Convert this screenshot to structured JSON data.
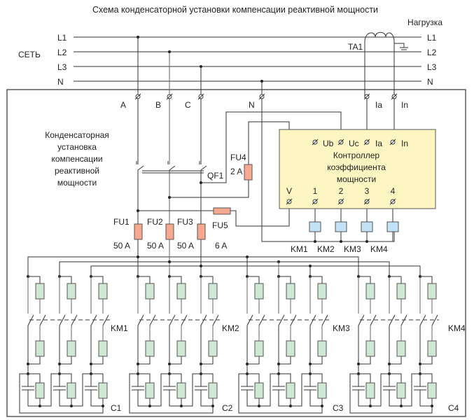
{
  "title": "Схема конденсаторной установки компенсации реактивной мощности",
  "load_label": "Нагрузка",
  "network_label": "СЕТЬ",
  "lines_left": [
    "L1",
    "L2",
    "L3",
    "N"
  ],
  "lines_right": [
    "L1",
    "L2",
    "L3",
    "N"
  ],
  "ct_label": "TA1",
  "inputs": [
    "A",
    "B",
    "C",
    "N",
    "Ia",
    "In"
  ],
  "installation_label": [
    "Конденсаторная",
    "установка",
    "компенсации",
    "реактивной",
    "мощности"
  ],
  "breaker_label": "QF1",
  "fuses": {
    "FU4": {
      "name": "FU4",
      "rating": "2 A"
    },
    "FU1": {
      "name": "FU1",
      "rating": "50 A"
    },
    "FU2": {
      "name": "FU2",
      "rating": "50 A"
    },
    "FU3": {
      "name": "FU3",
      "rating": "50 A"
    },
    "FU5": {
      "name": "FU5",
      "rating": "6 A"
    }
  },
  "controller": {
    "title": [
      "Контроллер",
      "коэффициента",
      "мощности"
    ],
    "top_terminals": [
      "Ub",
      "Uc",
      "Ia",
      "In"
    ],
    "bottom_terminals": [
      "V",
      "1",
      "2",
      "3",
      "4"
    ]
  },
  "coils": [
    "KM1",
    "KM2",
    "KM3",
    "KM4"
  ],
  "contactor_labels": [
    "KM1",
    "KM2",
    "KM3",
    "KM4"
  ],
  "capacitor_groups": [
    "C1",
    "C2",
    "C3",
    "C4"
  ],
  "colors": {
    "controller_fill": "#fdf6c3",
    "fuse_fill": "#f6a98f",
    "resistor_fill": "#cfe8d3",
    "coil_fill": "#c4e2f6",
    "wire": "#333333"
  }
}
